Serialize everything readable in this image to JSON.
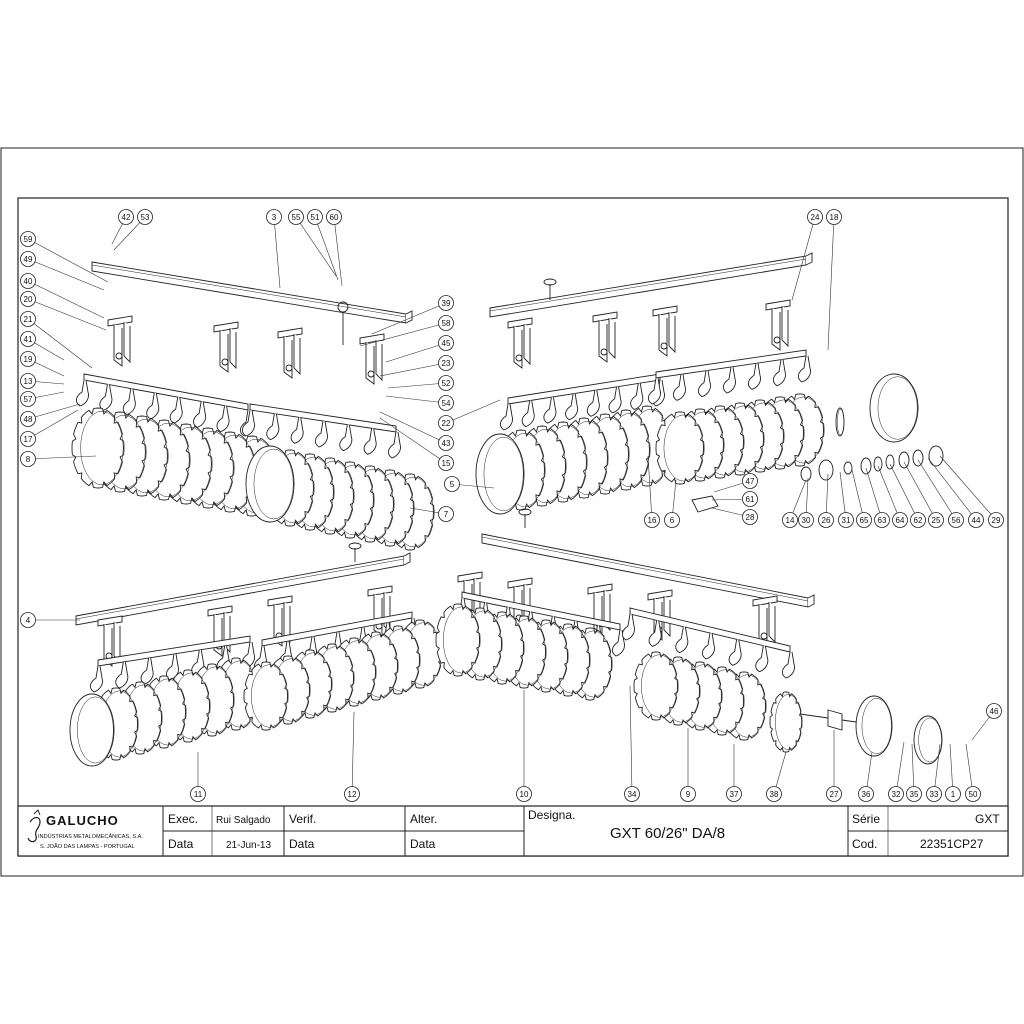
{
  "title_block": {
    "company": "GALUCHO",
    "company_sub1": "INDÚSTRIAS METALOMECÂNICAS, S.A.",
    "company_sub2": "S. JOÃO DAS LAMPAS - PORTUGAL",
    "exec_label": "Exec.",
    "exec_value": "Rui Salgado",
    "data_label": "Data",
    "data_value": "21-Jun-13",
    "verif_label": "Verif.",
    "verif_data_label": "Data",
    "alter_label": "Alter.",
    "alter_data_label": "Data",
    "designa_label": "Designa.",
    "designation": "GXT 60/26\" DA/8",
    "serie_label": "Série",
    "serie_value": "GXT",
    "cod_label": "Cod.",
    "cod_value": "22351CP27"
  },
  "callouts": [
    "42",
    "53",
    "3",
    "55",
    "51",
    "60",
    "24",
    "18",
    "59",
    "49",
    "40",
    "20",
    "21",
    "41",
    "19",
    "13",
    "57",
    "48",
    "17",
    "8",
    "39",
    "58",
    "45",
    "23",
    "52",
    "54",
    "43",
    "15",
    "22",
    "5",
    "7",
    "16",
    "6",
    "47",
    "61",
    "28",
    "14",
    "30",
    "26",
    "31",
    "65",
    "63",
    "64",
    "62",
    "25",
    "56",
    "44",
    "29",
    "4",
    "11",
    "12",
    "10",
    "34",
    "9",
    "37",
    "38",
    "27",
    "36",
    "32",
    "35",
    "33",
    "1",
    "50",
    "46"
  ]
}
